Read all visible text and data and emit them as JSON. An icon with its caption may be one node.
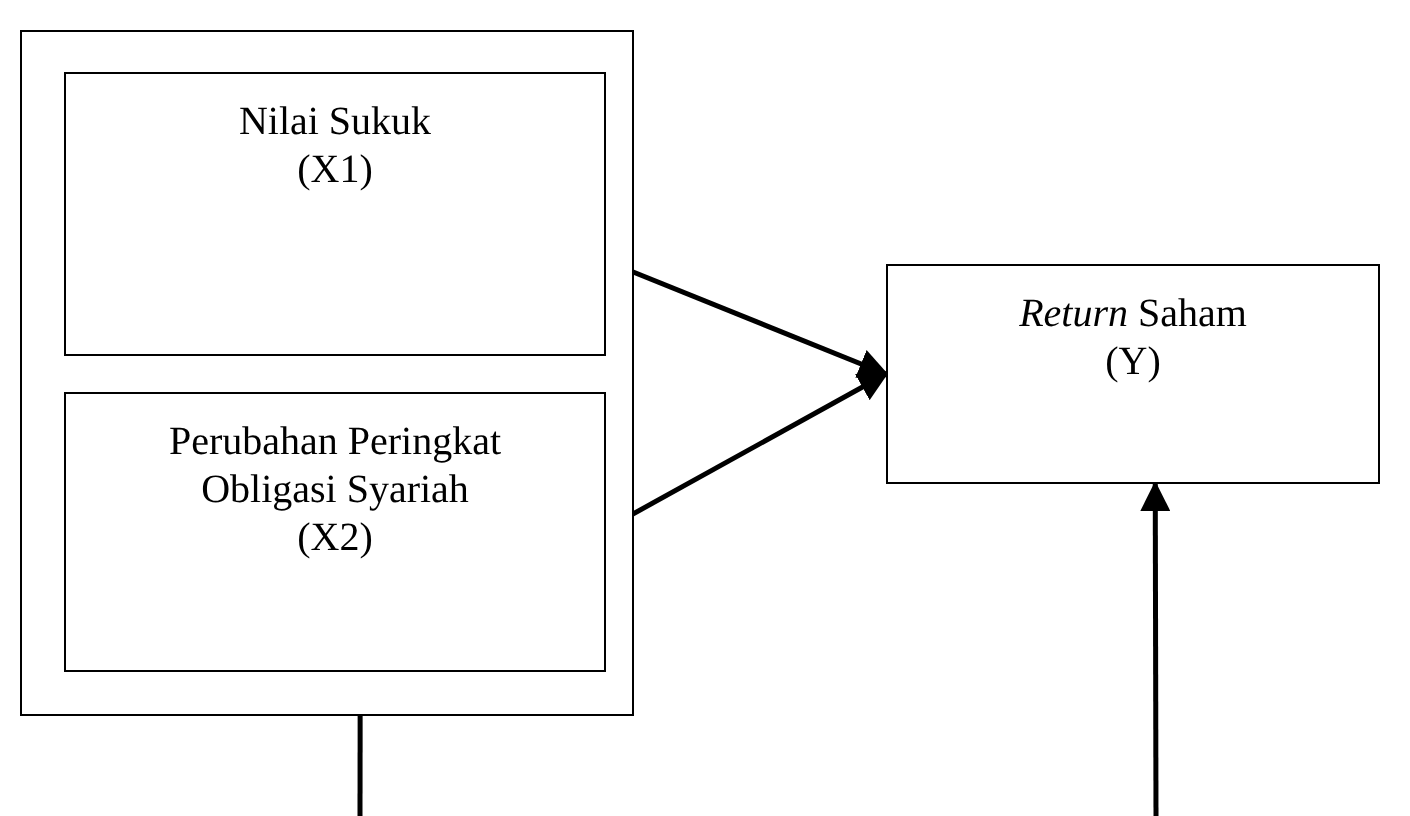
{
  "diagram": {
    "nodes": [
      {
        "text": [],
        "shape": "box"
      },
      {
        "text": [
          "Nilai Sukuk",
          "(X1)"
        ],
        "in": 0
      },
      {
        "text": [
          "Perubahan Peringkat Obligasi Syariah",
          "(X2)"
        ],
        "in": 0
      },
      {
        "text": [
          "*Return* Saham",
          "(Y)"
        ]
      }
    ],
    "edges": [
      {
        "from": 1,
        "to": 3,
        "arrow": "to"
      },
      {
        "from": 2,
        "to": 3,
        "arrow": "to"
      },
      {
        "from": 0,
        "to": null,
        "arrow": "none"
      },
      {
        "from": null,
        "to": 3,
        "arrow": "to"
      }
    ]
  }
}
